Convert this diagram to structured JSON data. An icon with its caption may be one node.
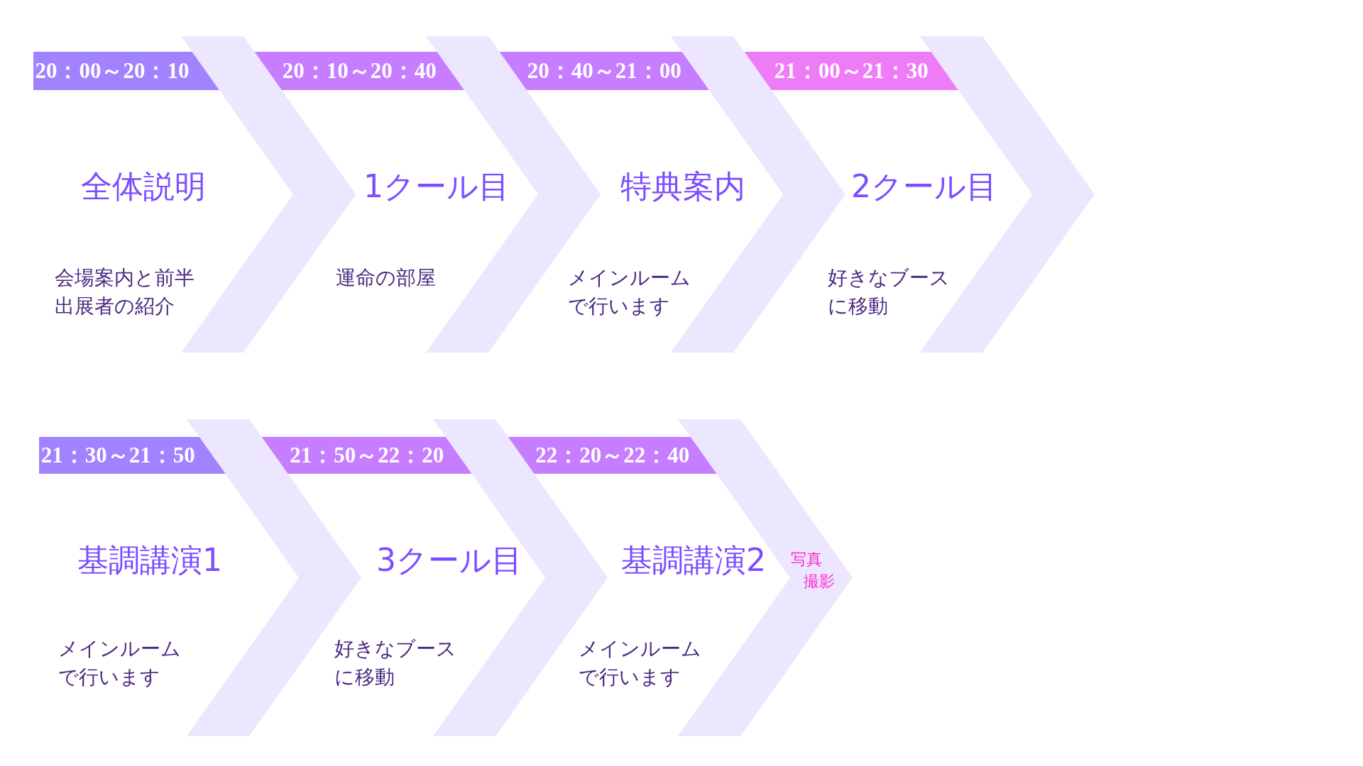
{
  "diagram": {
    "nodes": [
      {
        "text": [
          "20：00～20：10",
          "全体説明"
        ]
      },
      {
        "text": [
          "20：10～20：40",
          "1クール目"
        ]
      },
      {
        "text": [
          "20：40～21：00",
          "特典案内"
        ]
      },
      {
        "text": [
          "21：00～21：30",
          "2クール目"
        ]
      },
      {
        "text": [
          "21：30～21：50",
          "基調講演1"
        ]
      },
      {
        "text": [
          "21：50～22：20",
          "3クール目"
        ]
      },
      {
        "text": [
          "22：20～22：40",
          "基調講演2"
        ],
        "beside": [
          "写真",
          "撮影"
        ]
      }
    ],
    "edges": [
      {
        "from": 0,
        "to": 1,
        "arrow": "to"
      },
      {
        "from": 1,
        "to": 2,
        "arrow": "to"
      },
      {
        "from": 2,
        "to": 3,
        "arrow": "to"
      },
      {
        "from": 4,
        "to": 5,
        "arrow": "to"
      },
      {
        "from": 5,
        "to": 6,
        "arrow": "to"
      }
    ],
    "labels": [
      "会場案内と前半出展者の紹介",
      "運命の部屋",
      "メインルームで行います",
      "好きなブースに移動",
      "メインルームで行います",
      "好きなブースに移動",
      "メインルームで行います"
    ]
  }
}
